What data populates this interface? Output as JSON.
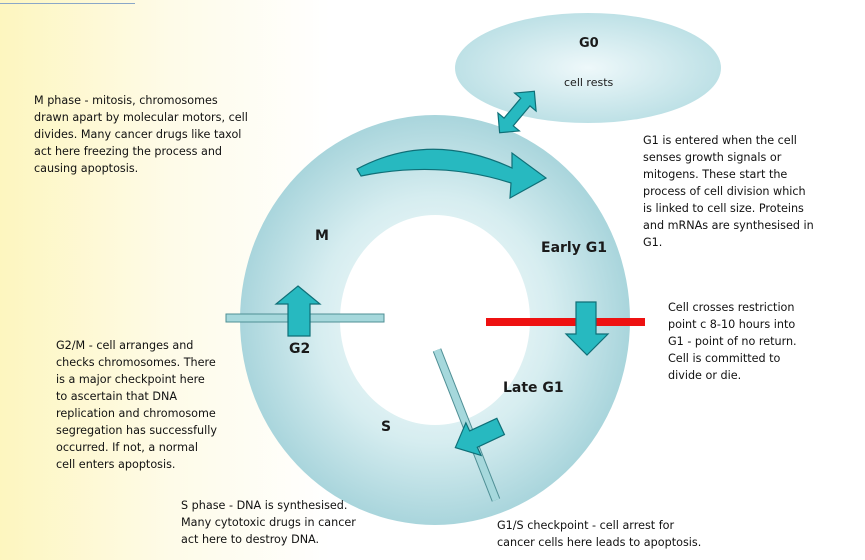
{
  "phases": {
    "g0": "G0",
    "g0_sub": "cell rests",
    "m": "M",
    "early_g1": "Early G1",
    "g2": "G2",
    "late_g1": "Late G1",
    "s": "S"
  },
  "notes": {
    "m_phase": "M phase - mitosis, chromosomes\ndrawn apart by molecular motors, cell\ndivides. Many cancer drugs like taxol\nact here freezing the process and\ncausing apoptosis.",
    "g1_entry": "G1 is entered when the cell\nsenses growth signals or\nmitogens. These start the\nprocess of cell division which\nis linked to cell size. Proteins\nand mRNAs are synthesised in\nG1.",
    "restriction": "Cell crosses restriction\npoint c 8-10 hours into\nG1 - point of no return.\nCell is committed to\ndivide or die.",
    "g2m": "G2/M - cell arranges and\nchecks chromosomes. There\nis a major checkpoint here\nto ascertain that DNA\nreplication and chromosome\nsegregation has successfully\noccurred. If not, a normal\ncell enters apoptosis.",
    "s_phase": "S phase - DNA is synthesised.\nMany cytotoxic drugs in cancer\nact here to destroy DNA.",
    "g1s": "G1/S checkpoint - cell arrest for\ncancer cells here leads to apoptosis."
  },
  "colors": {
    "ring": "#b7dde3",
    "ring_light": "#e4f4f6",
    "arrow_fill": "#27b9c0",
    "arrow_stroke": "#0f6f77",
    "restriction_bar": "#ee1111",
    "checkpoint_bar": "#a6d8dc"
  }
}
